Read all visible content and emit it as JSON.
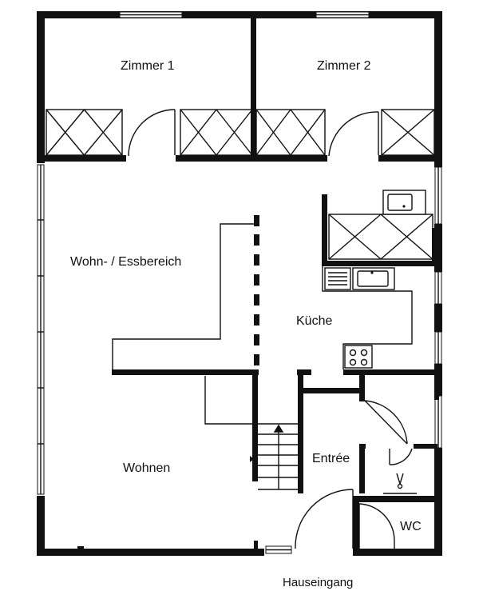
{
  "rooms": {
    "zimmer1": "Zimmer 1",
    "zimmer2": "Zimmer 2",
    "wohn_ess": "Wohn- / Essbereich",
    "kueche": "Küche",
    "wohnen": "Wohnen",
    "entree": "Entrée",
    "wc": "WC"
  },
  "entrance_label": "Hauseingang",
  "icons": {
    "wardrobe": "wardrobe-cross-icon",
    "sink": "sink-icon",
    "stove": "stove-icon",
    "door": "door-swing-icon",
    "stairs": "stairs-icon"
  }
}
